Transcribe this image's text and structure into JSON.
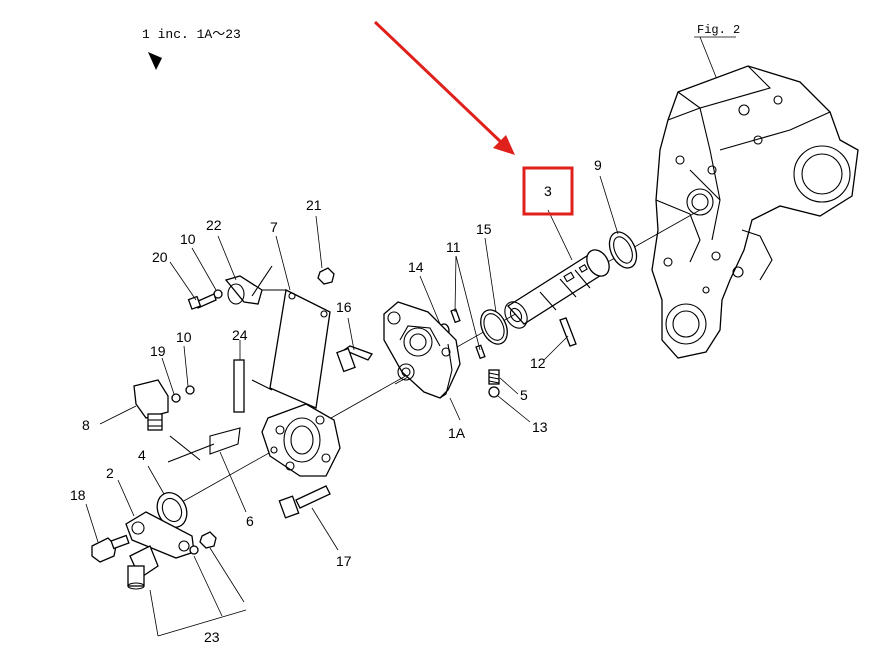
{
  "header": {
    "note": "1 inc. 1A〜23",
    "fig_ref": "Fig. 2"
  },
  "labels": {
    "p1A": "1A",
    "p2": "2",
    "p3": "3",
    "p4": "4",
    "p5": "5",
    "p6": "6",
    "p7": "7",
    "p8": "8",
    "p9": "9",
    "p10a": "10",
    "p10b": "10",
    "p11": "11",
    "p12": "12",
    "p13": "13",
    "p14": "14",
    "p15": "15",
    "p16": "16",
    "p17": "17",
    "p18": "18",
    "p19": "19",
    "p20": "20",
    "p21": "21",
    "p22": "22",
    "p23": "23",
    "p24": "24"
  },
  "highlight": {
    "part": "3",
    "box_color": "#e0201b",
    "arrow_color": "#e0201b"
  }
}
